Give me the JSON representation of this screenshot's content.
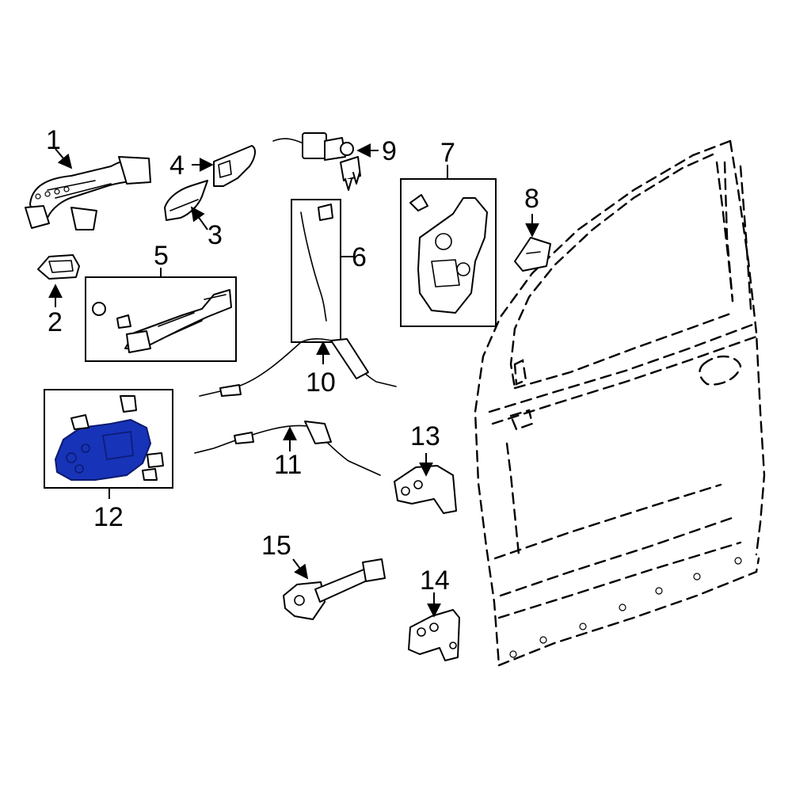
{
  "diagram": {
    "highlight_color": "#1733b8",
    "line_color": "#000000",
    "background": "#ffffff",
    "callouts": [
      {
        "key": "c1",
        "label": "1"
      },
      {
        "key": "c2",
        "label": "2"
      },
      {
        "key": "c3",
        "label": "3"
      },
      {
        "key": "c4",
        "label": "4"
      },
      {
        "key": "c5",
        "label": "5"
      },
      {
        "key": "c6",
        "label": "6"
      },
      {
        "key": "c7",
        "label": "7"
      },
      {
        "key": "c8",
        "label": "8"
      },
      {
        "key": "c9",
        "label": "9"
      },
      {
        "key": "c10",
        "label": "10"
      },
      {
        "key": "c11",
        "label": "11"
      },
      {
        "key": "c12",
        "label": "12",
        "highlighted": true
      },
      {
        "key": "c13",
        "label": "13"
      },
      {
        "key": "c14",
        "label": "14"
      },
      {
        "key": "c15",
        "label": "15"
      }
    ]
  }
}
